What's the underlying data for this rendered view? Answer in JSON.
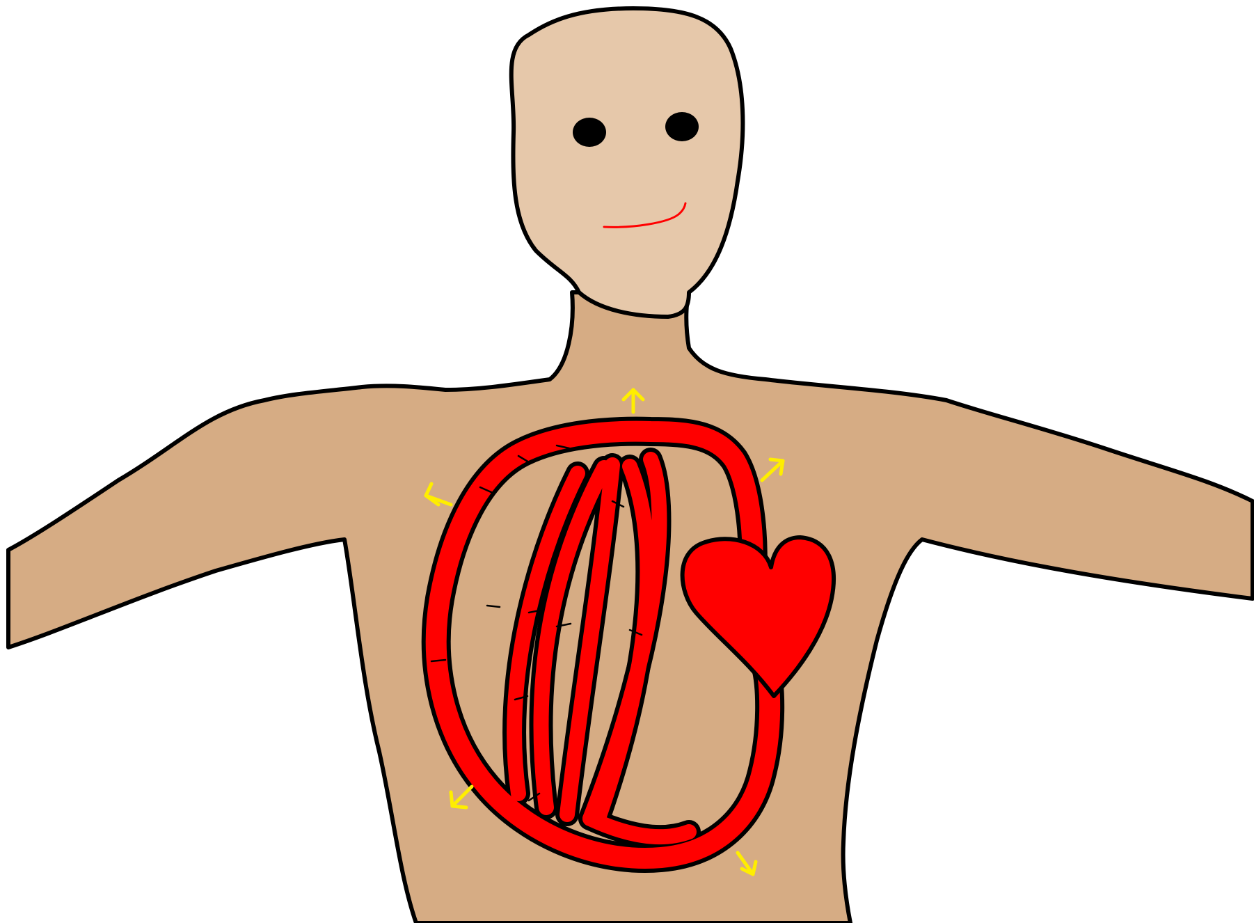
{
  "colors": {
    "background": "#ffffff",
    "skin_body": "#d6ac84",
    "skin_face": "#e6c8aa",
    "outline": "#000000",
    "blood": "#ff0000",
    "arrows": "#ffee00",
    "eyes": "#000000",
    "smile": "#ff0000"
  },
  "figure": {
    "parts": [
      "head",
      "eyes",
      "smile",
      "neck",
      "torso",
      "arms",
      "heart",
      "blood-vessel-loop",
      "yellow-arrows"
    ],
    "icons": [
      "heart-icon",
      "arrow-icon"
    ]
  }
}
